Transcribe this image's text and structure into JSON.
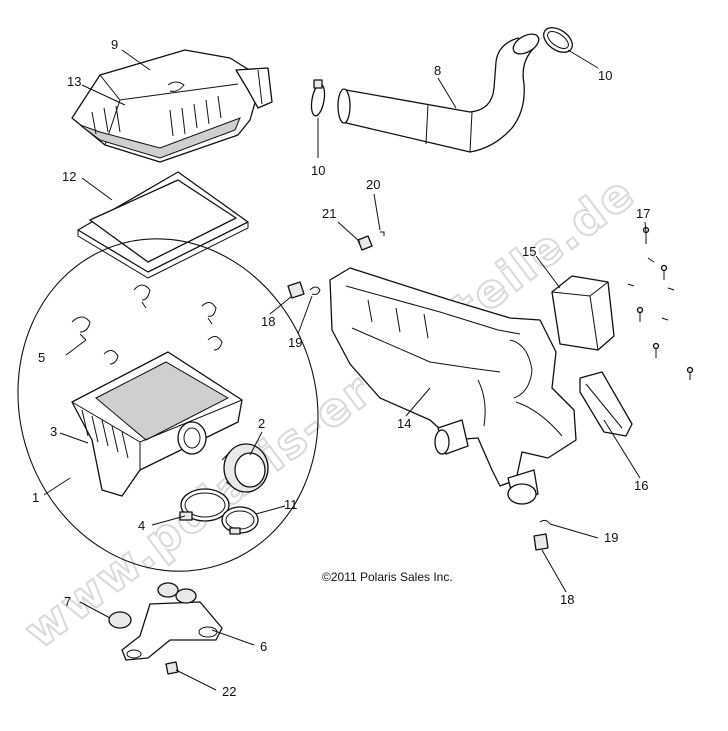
{
  "watermark": "www.polaris-ersatzteile.de",
  "copyright": "©2011 Polaris Sales Inc.",
  "callouts": {
    "c1": "1",
    "c2": "2",
    "c3": "3",
    "c4": "4",
    "c5": "5",
    "c6": "6",
    "c7": "7",
    "c8": "8",
    "c9": "9",
    "c10a": "10",
    "c10b": "10",
    "c11": "11",
    "c12": "12",
    "c13": "13",
    "c14": "14",
    "c15": "15",
    "c16": "16",
    "c17": "17",
    "c18a": "18",
    "c18b": "18",
    "c19a": "19",
    "c19b": "19",
    "c20": "20",
    "c21": "21",
    "c22": "22"
  }
}
